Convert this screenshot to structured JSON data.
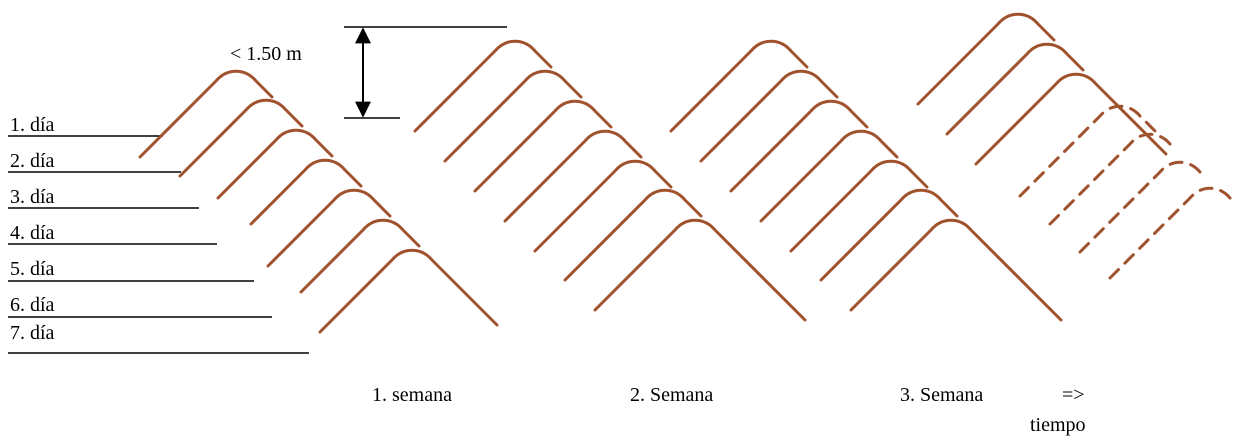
{
  "day_labels": [
    "1. día",
    "2. día",
    "3. día",
    "4. día",
    "5. día",
    "6. día",
    "7. día"
  ],
  "height_label": "< 1.50 m",
  "week_labels": [
    "1. semana",
    "2. Semana",
    "3. Semana"
  ],
  "arrow_symbol": "=>",
  "time_label": "tiempo",
  "colors": {
    "pile": "#a0522d",
    "line": "#000000"
  }
}
